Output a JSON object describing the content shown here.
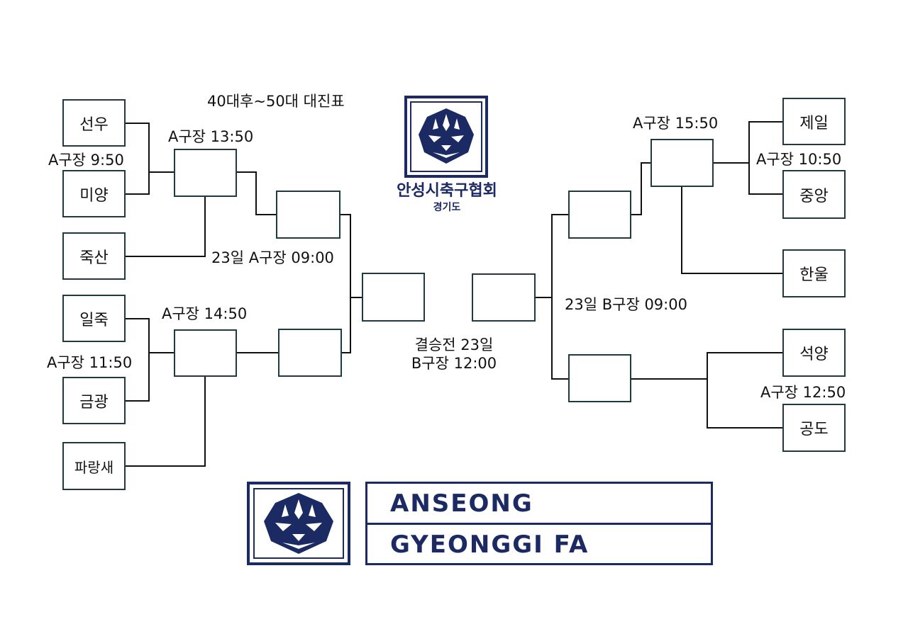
{
  "title": "40대후~50대 대진표",
  "teams": {
    "t1": "선우",
    "t2": "미양",
    "t3": "죽산",
    "t4": "일죽",
    "t5": "금광",
    "t6": "파랑새",
    "t7": "제일",
    "t8": "중앙",
    "t9": "한울",
    "t10": "석양",
    "t11": "공도"
  },
  "labels": {
    "m1": "A구장 9:50",
    "m2": "A구장 13:50",
    "m3": "A구장 11:50",
    "m4": "A구장 14:50",
    "semi_left": "23일 A구장 09:00",
    "final_line1": "결승전 23일",
    "final_line2": "B구장 12:00",
    "semi_right": "23일 B구장 09:00",
    "m5": "A구장 15:50",
    "m6": "A구장 10:50",
    "m7": "A구장 12:50"
  },
  "logo": {
    "name": "안성시축구협회",
    "region": "경기도",
    "banner_line1": "ANSEONG",
    "banner_line2": "GYEONGGI FA",
    "color": "#1b2a63"
  }
}
